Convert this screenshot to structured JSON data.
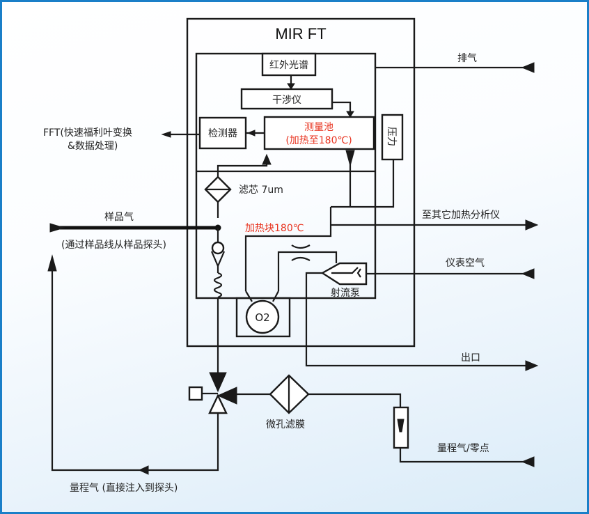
{
  "diagram": {
    "title": "MIR FT",
    "components": {
      "ir_spectrum": "红外光谱",
      "interferometer": "干涉仪",
      "detector": "检测器",
      "cell_line1": "测量池",
      "cell_line2": "(加热至180℃)",
      "pressure": "压力",
      "filter_core": "滤芯 7um",
      "heating_block": "加热块180℃",
      "jet_pump": "射流泵",
      "o2": "O2",
      "membrane_filter": "微孔滤膜"
    },
    "external_labels": {
      "fft_line1": "FFT(快速福利叶变换",
      "fft_line2": "&数据处理)",
      "sample_gas": "样品气",
      "sample_gas_note": "(通过样品线从样品探头)",
      "exhaust": "排气",
      "to_other_analyzers": "至其它加热分析仪",
      "instrument_air": "仪表空气",
      "outlet": "出口",
      "span_zero": "量程气/零点",
      "span_direct": "量程气 (直接注入到探头)"
    },
    "colors": {
      "frame_border": "#1a7fc8",
      "highlight_text": "#e8321e",
      "line": "#1a1a1a"
    }
  }
}
